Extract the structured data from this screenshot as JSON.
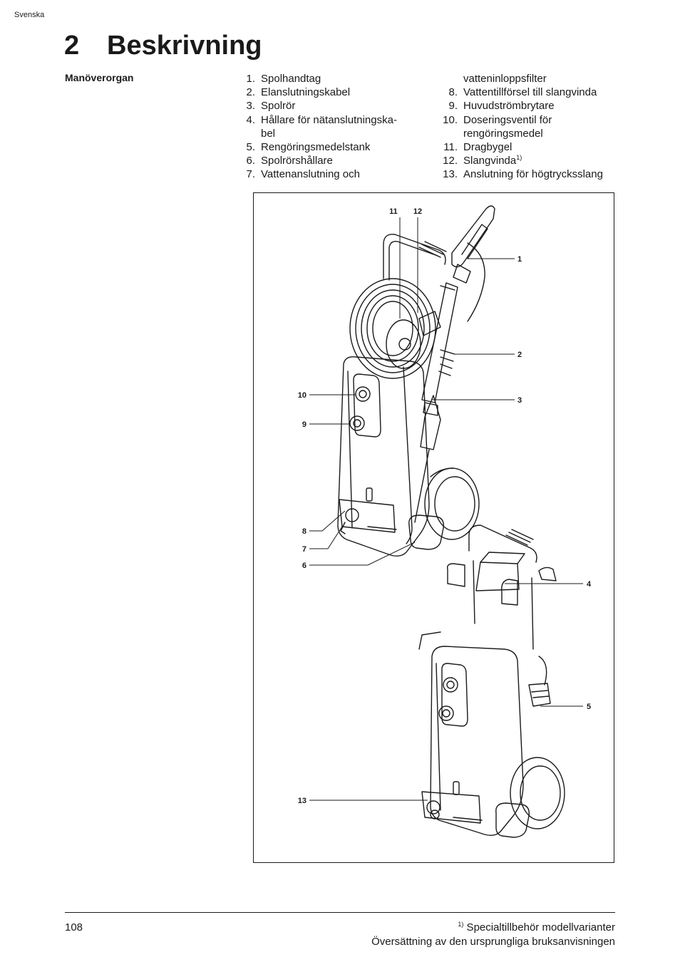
{
  "header": {
    "language": "Svenska"
  },
  "section": {
    "number": "2",
    "title": "Beskrivning"
  },
  "controls": {
    "label": "Manöverorgan",
    "items": [
      {
        "num": "1.",
        "text": "Spolhandtag"
      },
      {
        "num": "2.",
        "text": "Elanslutningskabel"
      },
      {
        "num": "3.",
        "text": "Spolrör"
      },
      {
        "num": "4.",
        "text": "Hållare för nätanslutningska-",
        "cont": "bel"
      },
      {
        "num": "5.",
        "text": "Rengöringsmedelstank"
      },
      {
        "num": "6.",
        "text": "Spolrörshållare"
      },
      {
        "num": "7.",
        "text": "Vattenanslutning och",
        "cont": "vatteninloppsfilter"
      },
      {
        "num": "8.",
        "text": "Vattentillförsel till slangvinda"
      },
      {
        "num": "9.",
        "text": "Huvudströmbrytare"
      },
      {
        "num": "10.",
        "text": "Doseringsventil för",
        "cont": "rengöringsmedel"
      },
      {
        "num": "11.",
        "text": "Dragbygel"
      },
      {
        "num": "12.",
        "text": "Slangvinda",
        "sup": "1)"
      },
      {
        "num": "13.",
        "text": "Anslutning för högtrycksslang"
      }
    ]
  },
  "figure": {
    "callouts": [
      "1",
      "2",
      "3",
      "4",
      "5",
      "6",
      "7",
      "8",
      "9",
      "10",
      "11",
      "12",
      "13"
    ]
  },
  "footer": {
    "page_number": "108",
    "footnote_mark": "1)",
    "footnote_text": " Specialtillbehör modellvarianter",
    "subtitle": "Översättning av den ursprungliga bruksanvisningen"
  }
}
